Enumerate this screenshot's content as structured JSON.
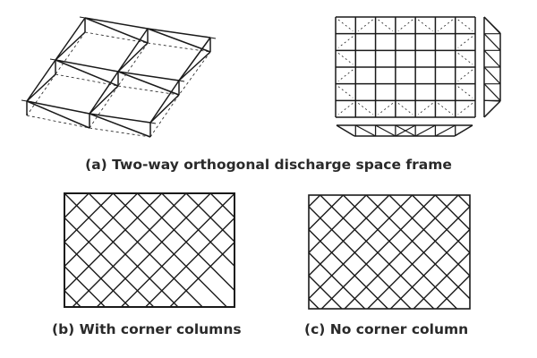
{
  "captions": {
    "a": "(a) Two-way orthogonal discharge space frame",
    "b": "(b) With corner columns",
    "c": "(c) No corner column"
  },
  "plan": {
    "columns": 7,
    "rows": 6
  },
  "colors": {
    "line": "#1a1a1a",
    "text": "#2a2a2a"
  }
}
